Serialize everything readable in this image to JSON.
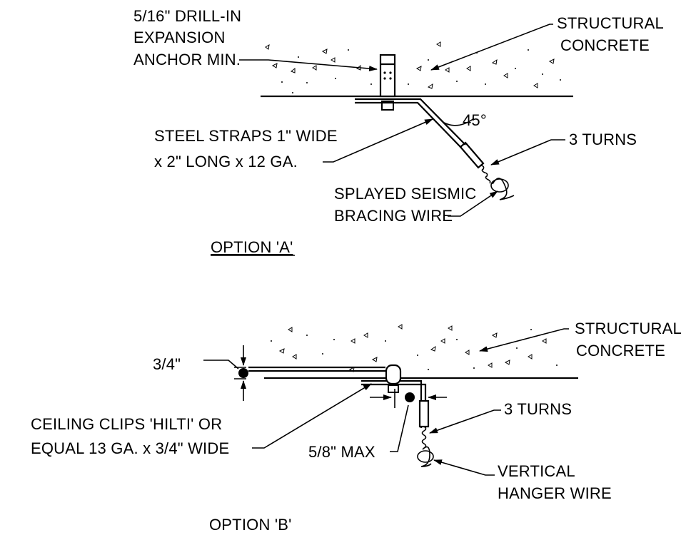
{
  "option_a": {
    "title": "OPTION 'A'",
    "anchor_label": [
      "5/16\" DRILL-IN",
      "EXPANSION",
      "ANCHOR MIN."
    ],
    "concrete_label": [
      "STRUCTURAL",
      "CONCRETE"
    ],
    "strap_label": [
      "STEEL STRAPS 1\" WIDE",
      "x 2\" LONG x 12 GA."
    ],
    "angle_label": "45°",
    "turns_label": "3 TURNS",
    "wire_label": [
      "SPLAYED SEISMIC",
      "BRACING WIRE"
    ]
  },
  "option_b": {
    "title": "OPTION 'B'",
    "concrete_label": [
      "STRUCTURAL",
      "CONCRETE"
    ],
    "gap_label": "3/4\"",
    "clip_label": [
      "CEILING CLIPS 'HILTI' OR",
      "EQUAL 13 GA. x 3/4\" WIDE"
    ],
    "max_label": "5/8\" MAX",
    "turns_label": "3 TURNS",
    "wire_label": [
      "VERTICAL",
      "HANGER WIRE"
    ]
  }
}
